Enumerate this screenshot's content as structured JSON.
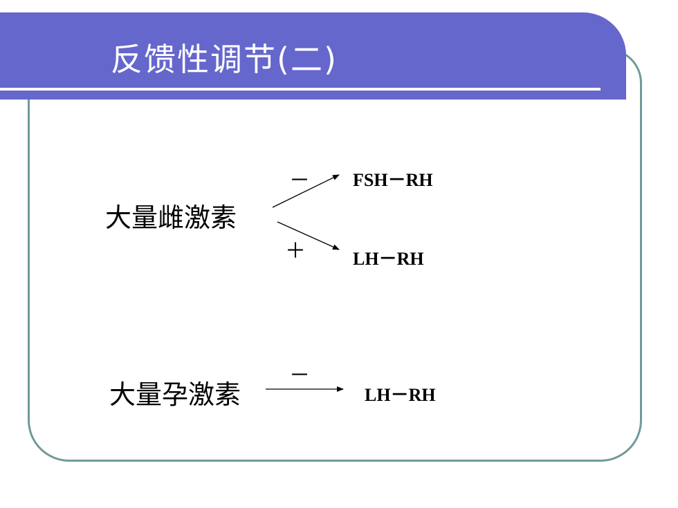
{
  "title": "反馈性调节(二)",
  "diagram": {
    "row1": {
      "source": "大量雌激素",
      "upper": {
        "sign": "－",
        "target": "FSH－RH"
      },
      "lower": {
        "sign": "＋",
        "target": "LH－RH"
      }
    },
    "row2": {
      "source": "大量孕激素",
      "sign": "－",
      "target": "LH－RH"
    }
  },
  "colors": {
    "title_bar": "#6667cc",
    "frame_border": "#6f9a98",
    "title_text": "#ffffff"
  }
}
